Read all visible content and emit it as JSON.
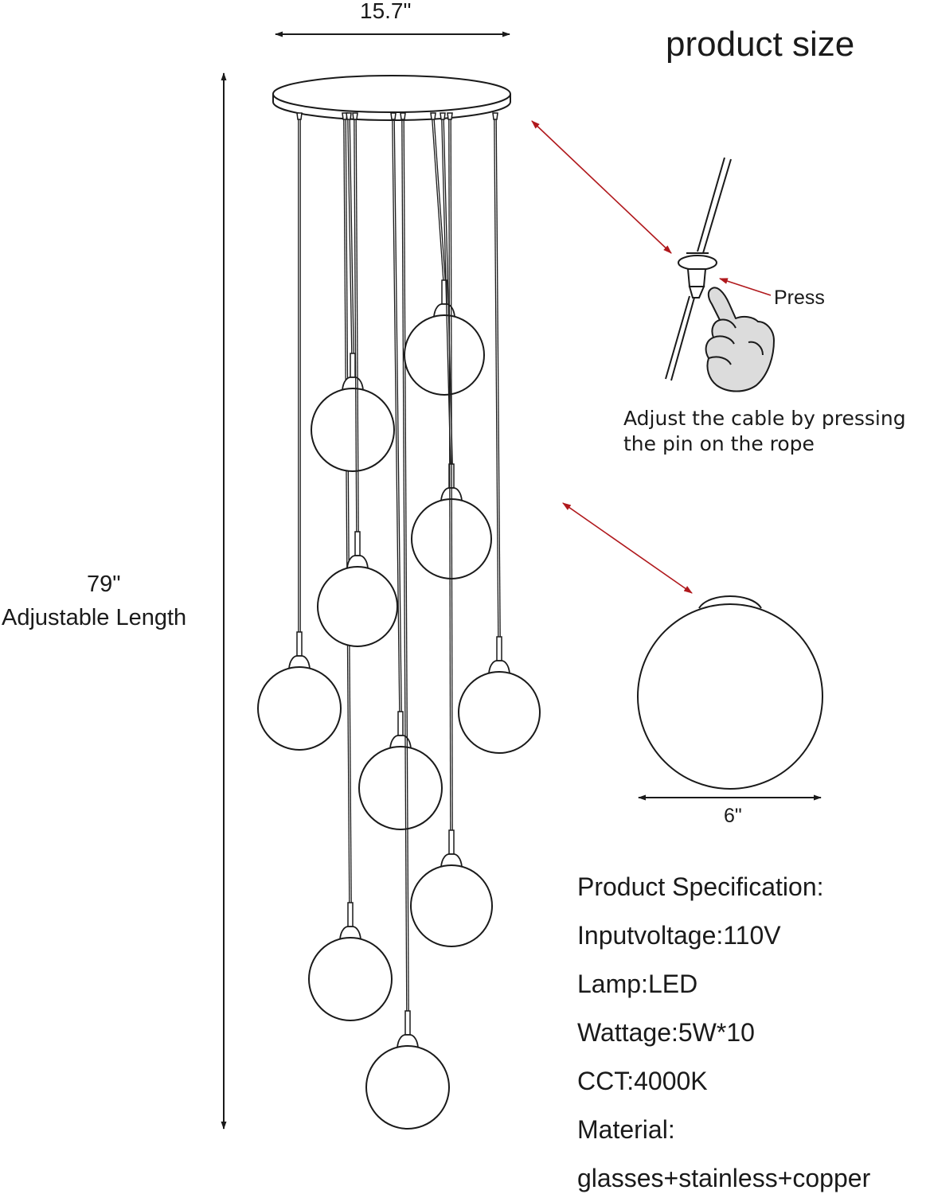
{
  "title": "product size",
  "dimensions": {
    "canopy_width": "15.7\"",
    "length_value": "79\"",
    "length_label": "Adjustable Length",
    "globe_diameter": "6\""
  },
  "adjust_detail": {
    "press_label": "Press",
    "caption_line1": "Adjust the cable by pressing",
    "caption_line2": "the pin on the rope"
  },
  "specification": {
    "heading": "Product Specification:",
    "lines": [
      "Inputvoltage:110V",
      "Lamp:LED",
      "Wattage:5W*10",
      "CCT:4000K",
      "Material:",
      "glasses+stainless+copper"
    ]
  },
  "colors": {
    "line": "#1a1a1a",
    "pointer_arrow": "#b0181c"
  }
}
